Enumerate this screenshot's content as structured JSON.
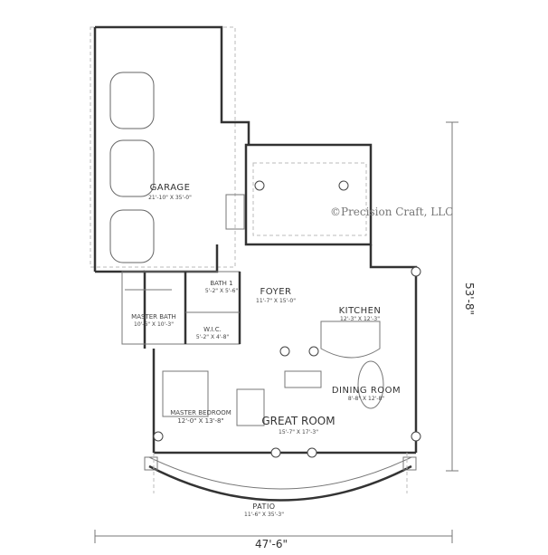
{
  "copyright": "©Precision Craft, LLC",
  "rooms": {
    "garage": {
      "name": "GARAGE",
      "size": "21'-10\" X 35'-0\""
    },
    "foyer": {
      "name": "FOYER",
      "size": "11'-7\" X 15'-0\""
    },
    "kitchen": {
      "name": "KITCHEN",
      "size": "12'-3\" X 12'-3\""
    },
    "dining": {
      "name": "DINING ROOM",
      "size": "8'-8\" X 12'-8\""
    },
    "great": {
      "name": "GREAT ROOM",
      "size": "15'-7\" X 17'-3\""
    },
    "master_bed": {
      "name": "MASTER BEDROOM",
      "size": "12'-0\" X 13'-8\""
    },
    "master_bath": {
      "name": "MASTER BATH",
      "size": "10'-6\" X 10'-3\""
    },
    "wic": {
      "name": "W.I.C.",
      "size": "5'-2\" X 4'-8\""
    },
    "bath1": {
      "name": "BATH 1",
      "size": "5'-2\" X 5'-6\""
    },
    "patio": {
      "name": "PATIO",
      "size": "11'-6\" X 35'-3\""
    }
  },
  "dimensions": {
    "width": "47'-6\"",
    "depth": "53'-8\""
  }
}
